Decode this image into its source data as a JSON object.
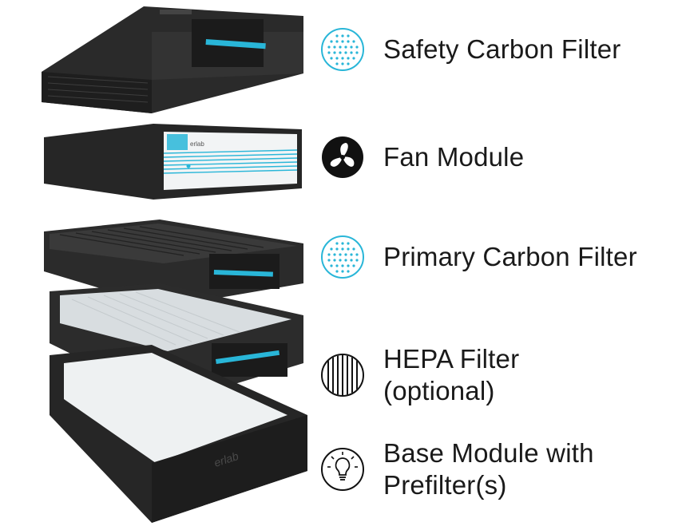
{
  "legend": [
    {
      "label": "Safety Carbon Filter",
      "icon": "carbon-dots-icon",
      "color": "#29b6d8"
    },
    {
      "label": "Fan Module",
      "icon": "fan-icon",
      "color": "#111111"
    },
    {
      "label": "Primary Carbon Filter",
      "icon": "carbon-dots-icon",
      "color": "#29b6d8"
    },
    {
      "label": "HEPA Filter\n(optional)",
      "icon": "hepa-lines-icon",
      "color": "#111111"
    },
    {
      "label": "Base Module with\nPrefilter(s)",
      "icon": "bulb-icon",
      "color": "#111111"
    }
  ],
  "fan_module": {
    "brand": "erlab"
  },
  "base_module": {
    "brand": "erlab"
  },
  "colors": {
    "accent": "#29b6d8",
    "module_body": "#2b2b2b",
    "fan_panel": "#f2f4f5"
  }
}
